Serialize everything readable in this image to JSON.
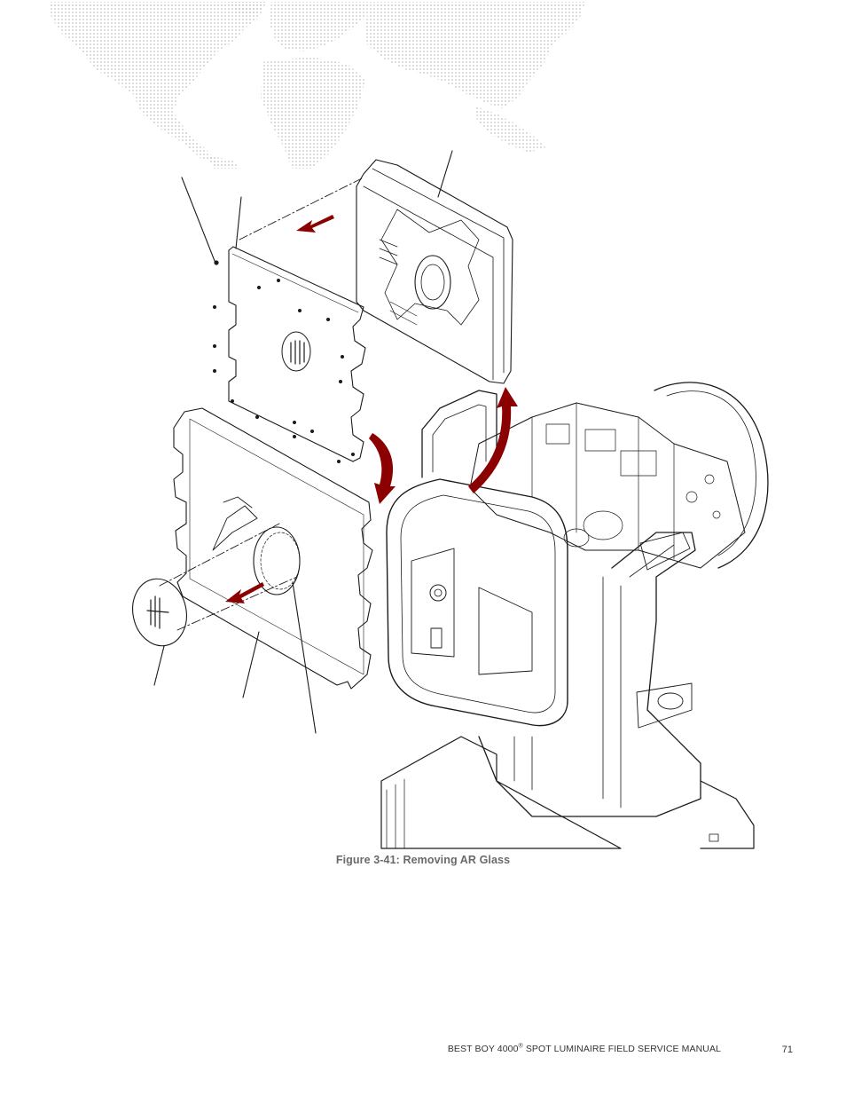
{
  "figure": {
    "caption": "Figure 3-41:  Removing AR Glass",
    "accent_color": "#8b0000",
    "line_color": "#1a1a1a",
    "map_dot_color": "#c8c8c8"
  },
  "footer": {
    "title_prefix": "BEST BOY 4000",
    "title_mark": "®",
    "title_suffix": " SPOT LUMINAIRE FIELD SERVICE MANUAL",
    "page_number": "71"
  }
}
